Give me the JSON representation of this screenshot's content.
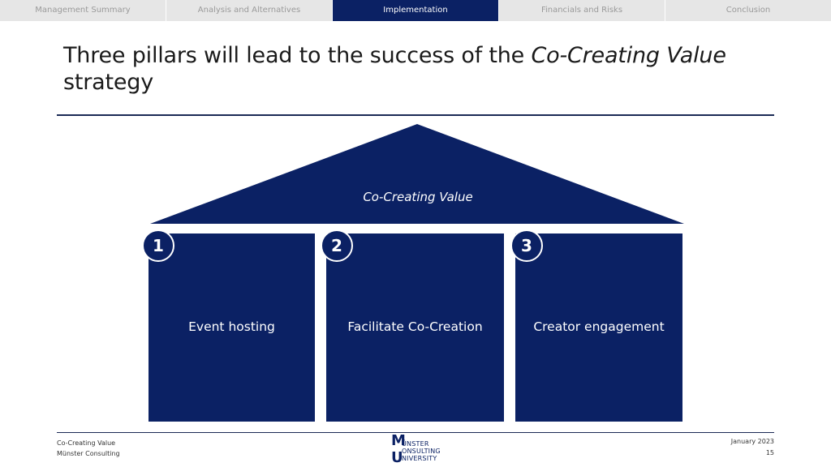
{
  "nav": {
    "tabs": [
      {
        "label": "Management Summary",
        "active": false
      },
      {
        "label": "Analysis and Alternatives",
        "active": false
      },
      {
        "label": "Implementation",
        "active": true
      },
      {
        "label": "Financials and Risks",
        "active": false
      },
      {
        "label": "Conclusion",
        "active": false
      }
    ]
  },
  "title": {
    "prefix": "Three pillars will lead to the success of the ",
    "emphasis": "Co-Creating Value",
    "suffix": " strategy"
  },
  "diagram": {
    "roof_label": "Co-Creating Value",
    "pillars": [
      {
        "number": "1",
        "label": "Event hosting"
      },
      {
        "number": "2",
        "label": "Facilitate Co-Creation"
      },
      {
        "number": "3",
        "label": "Creator engagement"
      }
    ]
  },
  "footer": {
    "left_line1": "Co-Creating Value",
    "left_line2": "Münster Consulting",
    "date": "January 2023",
    "page": "15",
    "logo": {
      "m": "M",
      "u": "U",
      "line1": "ÜNSTER",
      "line2": "ONSULTING",
      "line3": "NIVERSITY"
    }
  },
  "colors": {
    "navy": "#0b2164",
    "tab_grey": "#e6e6e6",
    "tab_text": "#9a9a9a"
  }
}
